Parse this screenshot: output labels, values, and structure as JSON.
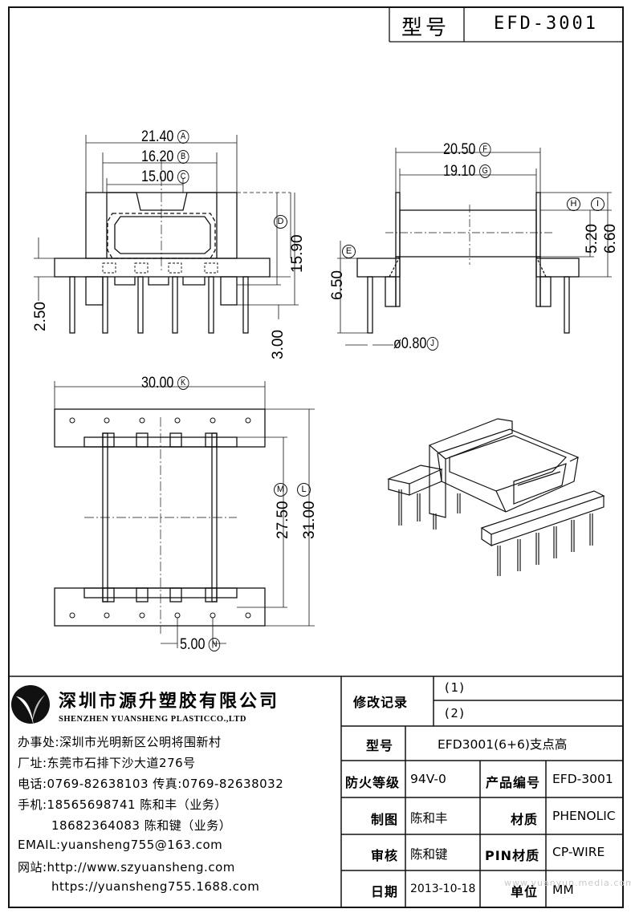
{
  "header": {
    "model_label": "型号",
    "model_value": "EFD-3001"
  },
  "dimensions": {
    "A": "21.40",
    "B": "16.20",
    "C": "15.00",
    "D": "15.90",
    "F": "20.50",
    "G": "19.10",
    "I": "6.60",
    "H": "5.20",
    "E": "6.50",
    "J": "ø0.80",
    "K": "30.00",
    "M": "27.50",
    "L": "31.00",
    "N": "5.00",
    "left_pin": "2.50",
    "bottom_gap": "3.00"
  },
  "markers": {
    "A": "A",
    "B": "B",
    "C": "C",
    "D": "D",
    "E": "E",
    "F": "F",
    "G": "G",
    "H": "H",
    "I": "I",
    "J": "J",
    "K": "K",
    "L": "L",
    "M": "M",
    "N": "N"
  },
  "company": {
    "name_cn": "深圳市源升塑胶有限公司",
    "name_en": "SHENZHEN YUANSHENG PLASTICCO.,LTD",
    "office": "办事处:深圳市光明新区公明将围新村",
    "factory": "厂址:东莞市石排下沙大道276号",
    "phone": "电话:0769-82638103 传真:0769-82638032",
    "mobile1": "手机:18565698741 陈和丰（业务）",
    "mobile2": "18682364083 陈和键（业务）",
    "email": "EMAIL:yuansheng755@163.com",
    "web1": "网站:http://www.szyuansheng.com",
    "web2": "https://yuansheng755.1688.com"
  },
  "table": {
    "revision_label": "修改记录",
    "revision_1": "(1)",
    "revision_2": "(2)",
    "model_label": "型号",
    "model_value": "EFD3001(6+6)支点高",
    "fire_label": "防火等级",
    "fire_value": "94V-0",
    "product_no_label": "产品编号",
    "product_no_value": "EFD-3001",
    "drawn_label": "制图",
    "drawn_value": "陈和丰",
    "material_label": "材质",
    "material_value": "PHENOLIC",
    "review_label": "审核",
    "review_value": "陈和键",
    "pin_material_label": "PIN材质",
    "pin_material_value": "CP-WIRE",
    "date_label": "日期",
    "date_value": "2013-10-18",
    "unit_label": "单位",
    "unit_value": "MM"
  },
  "watermark": "www.yuanyun.media.com"
}
